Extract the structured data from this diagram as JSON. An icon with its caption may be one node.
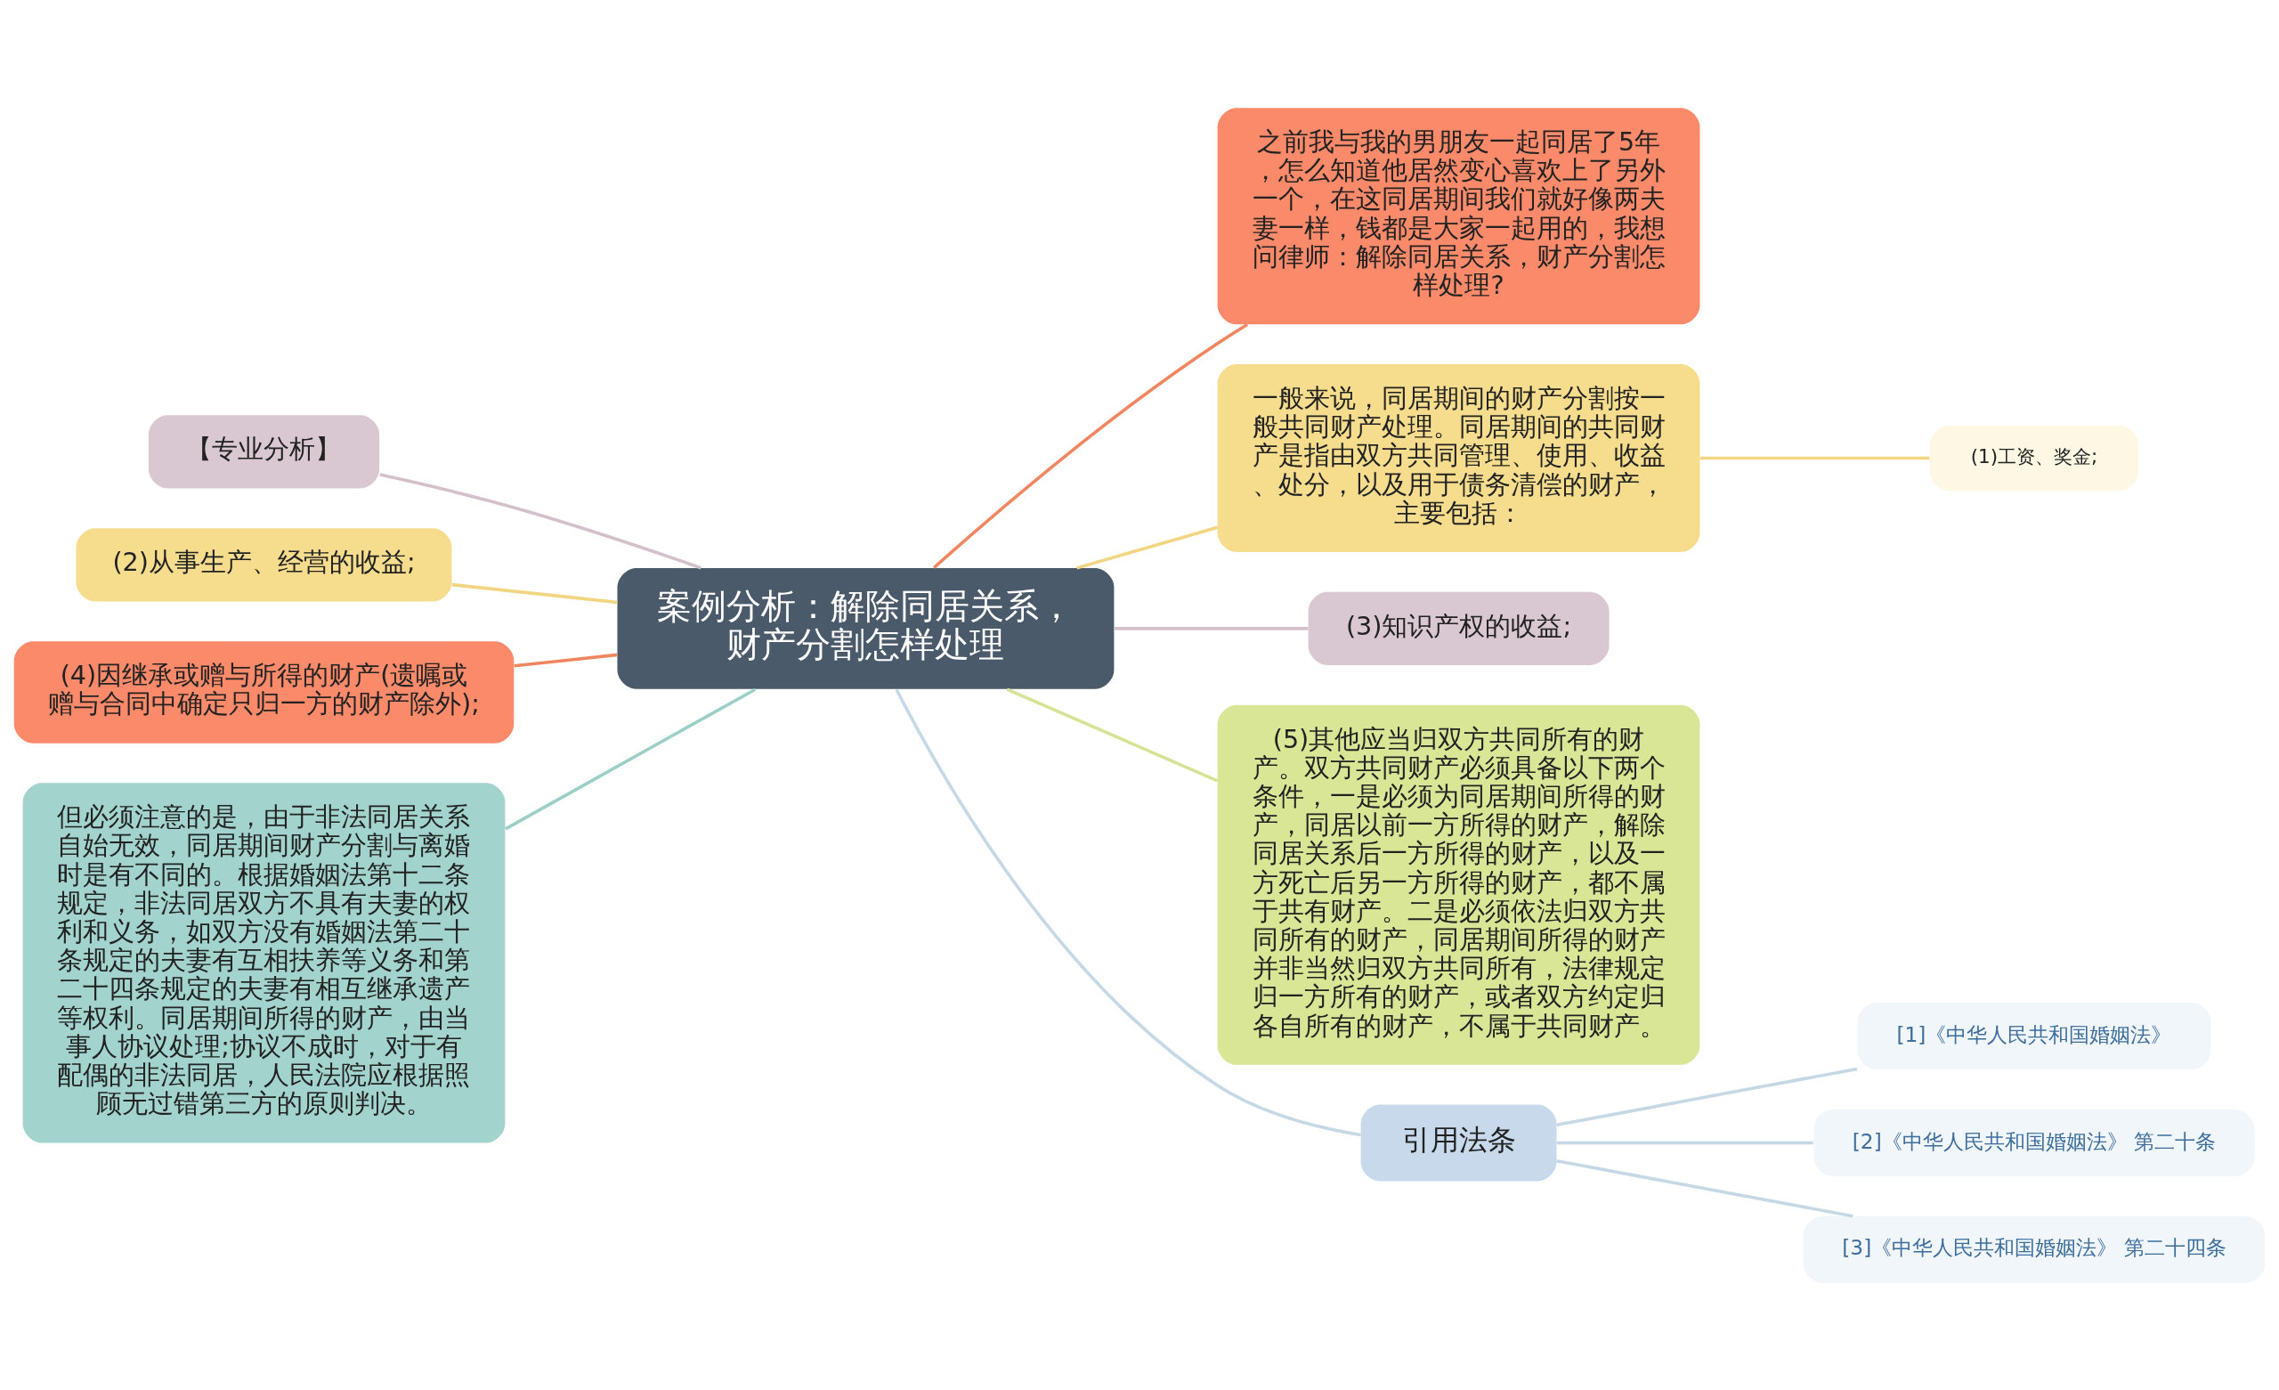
{
  "diagram": {
    "nodes": [
      {
        "text": [
          "案例分析：解除同居关系，财产分割怎样处理"
        ]
      },
      {
        "text": [
          "之前我与我的男朋友一起同居了5年，怎么知道他居然变心喜欢上了另外一个，在这同居期间我们就好像两夫妻一样，钱都是大家一起用的，我想问律师：解除同居关系，财产分割怎样处理?"
        ]
      },
      {
        "text": [
          "一般来说，同居期间的财产分割按一般共同财产处理。同居期间的共同财产是指由双方共同管理、使用、收益、处分，以及用于债务清偿的财产，主要包括："
        ]
      },
      {
        "text": [
          "(1)工资、奖金;"
        ]
      },
      {
        "text": [
          "(3)知识产权的收益;"
        ]
      },
      {
        "text": [
          "(5)其他应当归双方共同所有的财产。双方共同财产必须具备以下两个条件，一是必须为同居期间所得的财产，同居以前一方所得的财产，解除同居关系后一方所得的财产，以及一方死亡后另一方所得的财产，都不属于共有财产。二是必须依法归双方共同所有的财产，同居期间所得的财产并非当然归双方共同所有，法律规定归一方所有的财产，或者双方约定归各自所有的财产，不属于共同财产。"
        ]
      },
      {
        "text": [
          "引用法条"
        ]
      },
      {
        "text": [
          "[1]《中华人民共和国婚姻法》"
        ]
      },
      {
        "text": [
          "[2]《中华人民共和国婚姻法》 第二十条"
        ]
      },
      {
        "text": [
          "[3]《中华人民共和国婚姻法》 第二十四条"
        ]
      },
      {
        "text": [
          "【专业分析】"
        ]
      },
      {
        "text": [
          "(2)从事生产、经营的收益;"
        ]
      },
      {
        "text": [
          "(4)因继承或赠与所得的财产(遗嘱或赠与合同中确定只归一方的财产除外);"
        ]
      },
      {
        "text": [
          "但必须注意的是，由于非法同居关系自始无效，同居期间财产分割与离婚时是有不同的。根据婚姻法第十二条规定，非法同居双方不具有夫妻的权利和义务，如双方没有婚姻法第二十条规定的夫妻有互相扶养等义务和第二十四条规定的夫妻有相互继承遗产等权利。同居期间所得的财产，由当事人协议处理;协议不成时，对于有配偶的非法同居，人民法院应根据照顾无过错第三方的原则判决。"
        ]
      }
    ],
    "edges": [
      {
        "from": 0,
        "to": 1,
        "arrow": "none",
        "color": "#f08660"
      },
      {
        "from": 0,
        "to": 2,
        "arrow": "none",
        "color": "#f2d580"
      },
      {
        "from": 2,
        "to": 3,
        "arrow": "none",
        "color": "#f2d580"
      },
      {
        "from": 0,
        "to": 4,
        "arrow": "none",
        "color": "#d4c0cb"
      },
      {
        "from": 0,
        "to": 5,
        "arrow": "none",
        "color": "#d6e395"
      },
      {
        "from": 0,
        "to": 6,
        "arrow": "none",
        "color": "#c5d8e6"
      },
      {
        "from": 6,
        "to": 7,
        "arrow": "none",
        "color": "#c5d8e6"
      },
      {
        "from": 6,
        "to": 8,
        "arrow": "none",
        "color": "#c5d8e6"
      },
      {
        "from": 6,
        "to": 9,
        "arrow": "none",
        "color": "#c5d8e6"
      },
      {
        "from": 0,
        "to": 10,
        "arrow": "none",
        "color": "#d4c0cb"
      },
      {
        "from": 0,
        "to": 11,
        "arrow": "none",
        "color": "#f2d580"
      },
      {
        "from": 0,
        "to": 12,
        "arrow": "none",
        "color": "#f08660"
      },
      {
        "from": 0,
        "to": 13,
        "arrow": "none",
        "color": "#9ccfc8"
      }
    ]
  }
}
